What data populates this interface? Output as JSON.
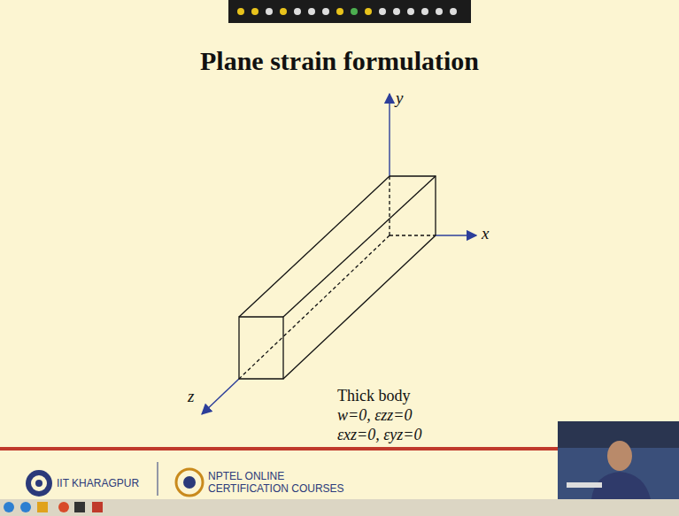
{
  "diagram": {
    "title": "Plane strain formulation",
    "labels": [
      "y",
      "x",
      "z",
      "Thick body",
      "w=0, εzz=0",
      "εxz=0, εyz=0",
      "IIT KHARAGPUR",
      "NPTEL ONLINE",
      "CERTIFICATION COURSES"
    ]
  }
}
